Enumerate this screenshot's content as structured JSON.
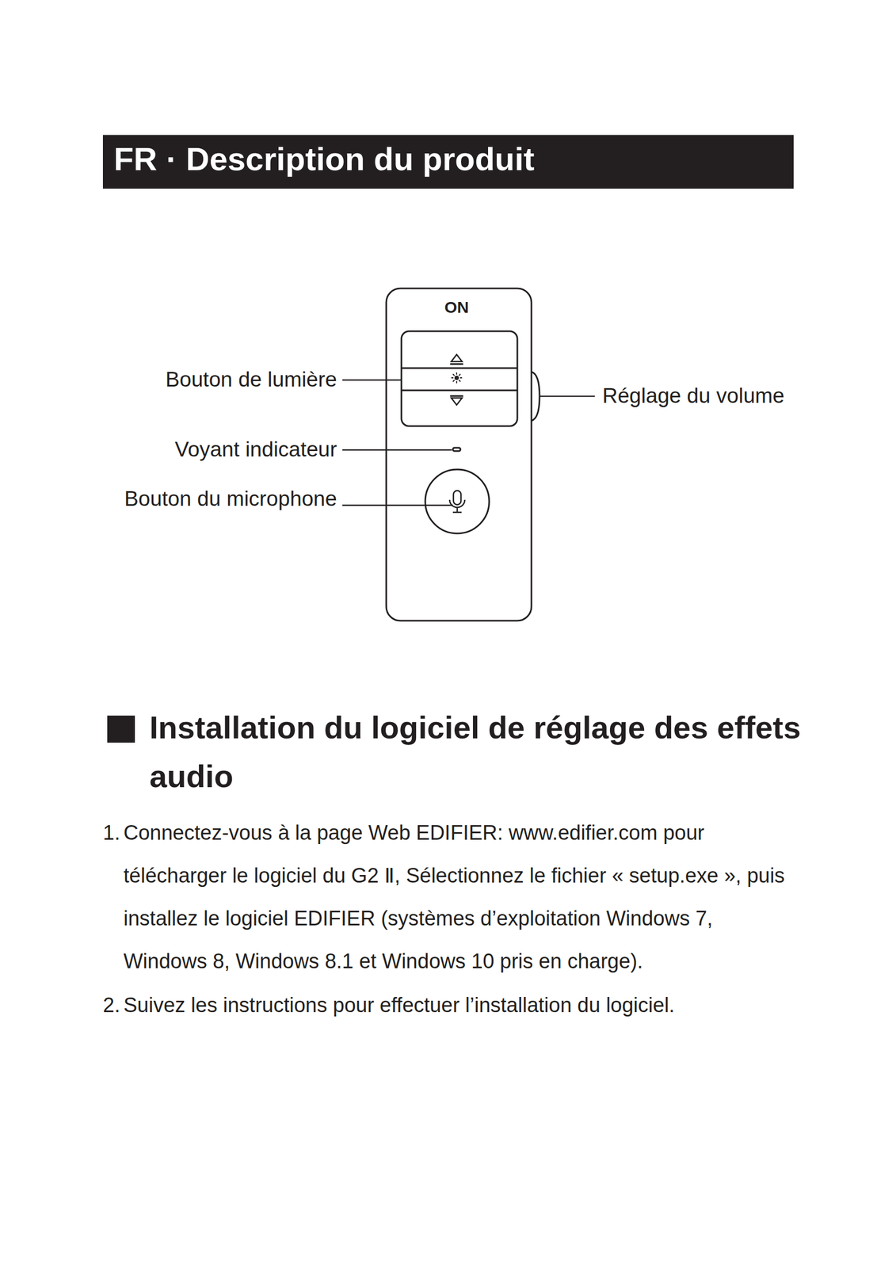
{
  "diagram": {
    "title": "FR · Description du produit",
    "labels": [
      "ON",
      "Bouton de lumière",
      "Réglage du volume",
      "Voyant indicateur",
      "Bouton du microphone",
      "Installation du logiciel de réglage des effets audio",
      "1.",
      "Connectez-vous à la page Web EDIFIER: www.edifier.com pour télécharger le logiciel du G2 Ⅱ, Sélectionnez le fichier « setup.exe », puis installez le logiciel EDIFIER (systèmes d’exploitation Windows 7, Windows 8, Windows 8.1 et Windows 10 pris en charge).",
      "2.",
      "Suivez les instructions pour effectuer l’installation du logiciel."
    ]
  }
}
